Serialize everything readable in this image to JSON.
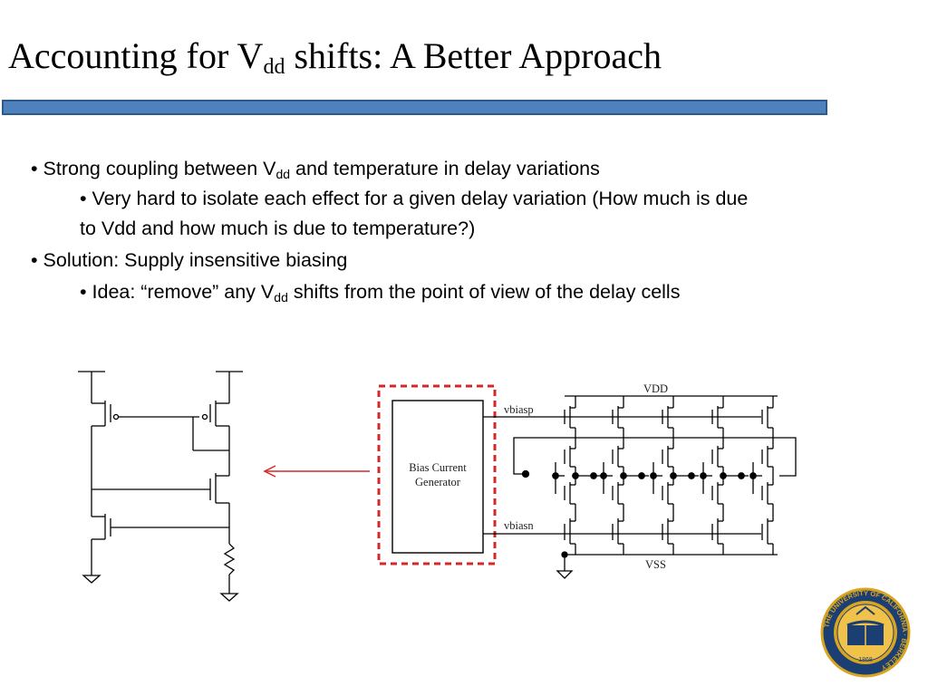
{
  "title": {
    "main": "Accounting for V",
    "sub": "dd",
    "rest": " shifts: A Better Approach"
  },
  "bullets": [
    {
      "bullet": "•",
      "pre": "Strong coupling between V",
      "sub": "dd",
      "post": " and temperature in delay variations"
    },
    {
      "bullet": "•",
      "text": "Very hard to isolate each effect for a given delay variation (How much is due"
    },
    {
      "text": "to Vdd and how much is due to temperature?)"
    },
    {
      "bullet": "•",
      "text": "Solution:  Supply insensitive biasing"
    },
    {
      "bullet": "•",
      "pre": "Idea: “remove” any V",
      "sub": "dd",
      "post": " shifts from the point of view of the delay cells"
    }
  ],
  "diagram": {
    "block_label_line1": "Bias Current",
    "block_label_line2": "Generator",
    "vdd_label": "VDD",
    "vss_label": "VSS",
    "vbiasp_label": "vbiasp",
    "vbiasn_label": "vbiasn",
    "arrow_color": "#d62728",
    "highlight_color": "#d62728"
  },
  "colors": {
    "title_bar": "#4f81bd",
    "seal_blue": "#1b3f72",
    "seal_gold": "#d9a520"
  },
  "seal": {
    "text": "THE UNIVERSITY OF CALIFORNIA · BERKELEY",
    "year": "1868"
  }
}
